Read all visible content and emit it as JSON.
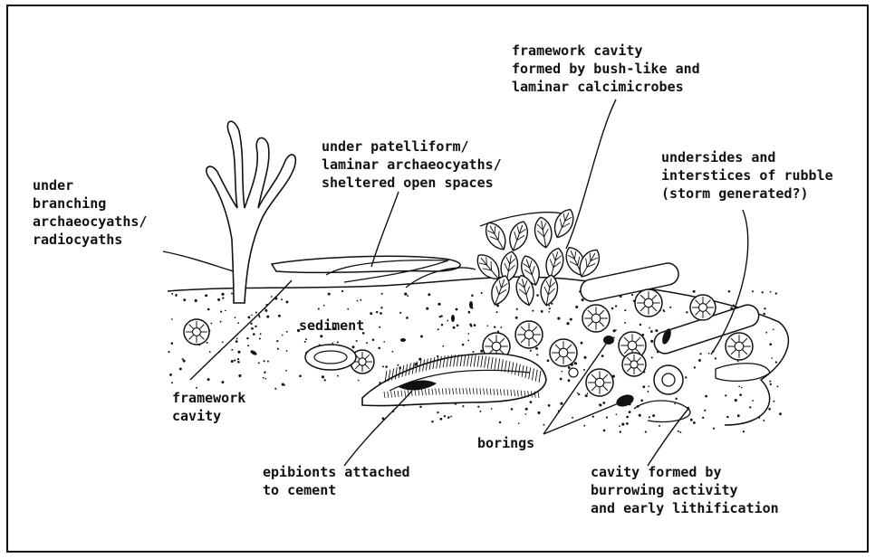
{
  "diagram": {
    "labels": {
      "framework_cavity_calcimicrobes": "framework cavity\nformed by bush-like and\nlaminar calcimicrobes",
      "under_patelliform": "under patelliform/\nlaminar archaeocyaths/\nsheltered open spaces",
      "under_branching": "under\nbranching\narchaeocyaths/\nradiocyaths",
      "undersides_rubble": "undersides and\ninterstices of rubble\n(storm generated?)",
      "sediment": "sediment",
      "framework_cavity": "framework\ncavity",
      "borings": "borings",
      "epibionts": "epibionts attached\nto cement",
      "burrow_cavity": "cavity formed by\nburrowing activity\nand early lithification"
    }
  }
}
